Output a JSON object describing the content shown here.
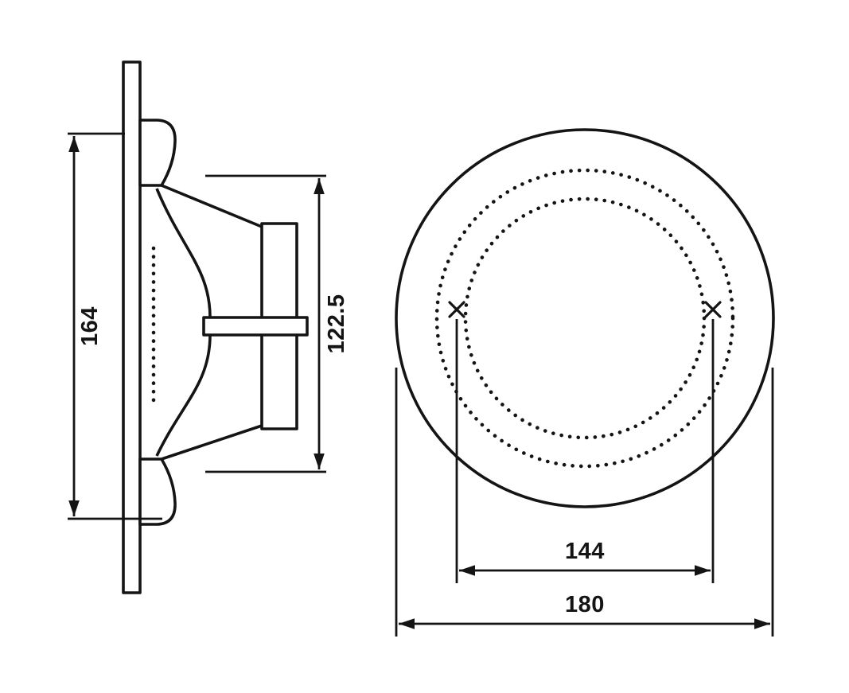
{
  "colors": {
    "line": "#141414",
    "background": "#ffffff"
  },
  "dimensions": {
    "side_outer": "164",
    "side_inner": "122.5",
    "front_hole_spacing": "144",
    "front_overall": "180"
  }
}
